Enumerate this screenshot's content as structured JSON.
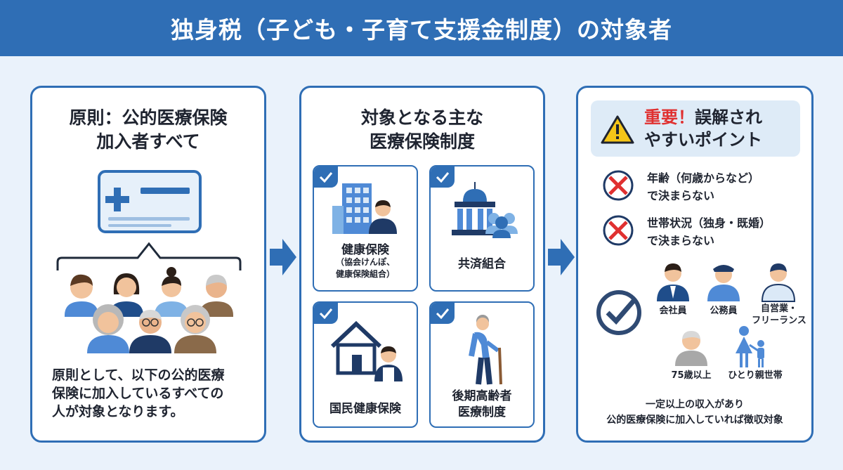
{
  "header": {
    "title": "独身税（子ども・子育て支援金制度）の対象者"
  },
  "panel1": {
    "title_line1": "原則：公的医療保険",
    "title_line2": "加入者すべて",
    "body_line1": "原則として、以下の公的医療",
    "body_line2": "保険に加入しているすべての",
    "body_line3": "人が対象となります。"
  },
  "panel2": {
    "title_line1": "対象となる主な",
    "title_line2": "医療保険制度",
    "cards": [
      {
        "label": "健康保険",
        "note_line1": "（協会けんぽ、",
        "note_line2": "健康保険組合）"
      },
      {
        "label": "共済組合"
      },
      {
        "label": "国民健康保険"
      },
      {
        "label_line1": "後期高齢者",
        "label_line2": "医療制度"
      }
    ]
  },
  "panel3": {
    "title_emph": "重要！",
    "title_rest1": "誤解され",
    "title_line2": "やすいポイント",
    "point1_line1": "年齢（何歳からなど）",
    "point1_line2": "で決まらない",
    "point2_line1": "世帯状況（独身・既婚）",
    "point2_line2": "で決まらない",
    "people": [
      {
        "label": "会社員"
      },
      {
        "label": "公務員"
      },
      {
        "label_line1": "自営業・",
        "label_line2": "フリーランス"
      },
      {
        "label": "75歳以上"
      },
      {
        "label": "ひとり親世帯"
      }
    ],
    "footer_line1": "一定以上の収入があり",
    "footer_line2": "公的医療保険に加入していれば徴収対象"
  },
  "colors": {
    "brand": "#2f6eb5",
    "background": "#eaf2fb",
    "accent_red": "#e03030",
    "alert_bg": "#deebf7"
  }
}
